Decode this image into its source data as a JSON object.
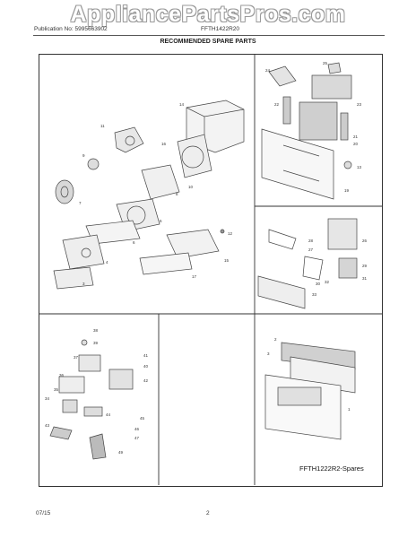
{
  "watermark": "AppliancePartsPros.com",
  "header": {
    "publication": "Publication No: 5995663902",
    "model": "FFTH1422R20"
  },
  "section_title": "RECOMMENDED SPARE PARTS",
  "callouts": {
    "main": [
      "14",
      "16",
      "11",
      "9",
      "10",
      "5",
      "6",
      "7",
      "8",
      "12",
      "4",
      "3",
      "17",
      "15"
    ],
    "filter": [
      "24",
      "25",
      "22",
      "21",
      "23",
      "20",
      "19",
      "13"
    ],
    "coil": [
      "26",
      "28",
      "29",
      "30",
      "27",
      "33",
      "32",
      "31"
    ],
    "electrical": [
      "38",
      "39",
      "41",
      "40",
      "37",
      "42",
      "36",
      "35",
      "34",
      "44",
      "45",
      "47",
      "46",
      "49",
      "43"
    ],
    "cabinet": [
      "2",
      "3",
      "1"
    ]
  },
  "spares_label": "FFTH1222R2-Spares",
  "footer": {
    "date": "07/15",
    "page": "2"
  }
}
